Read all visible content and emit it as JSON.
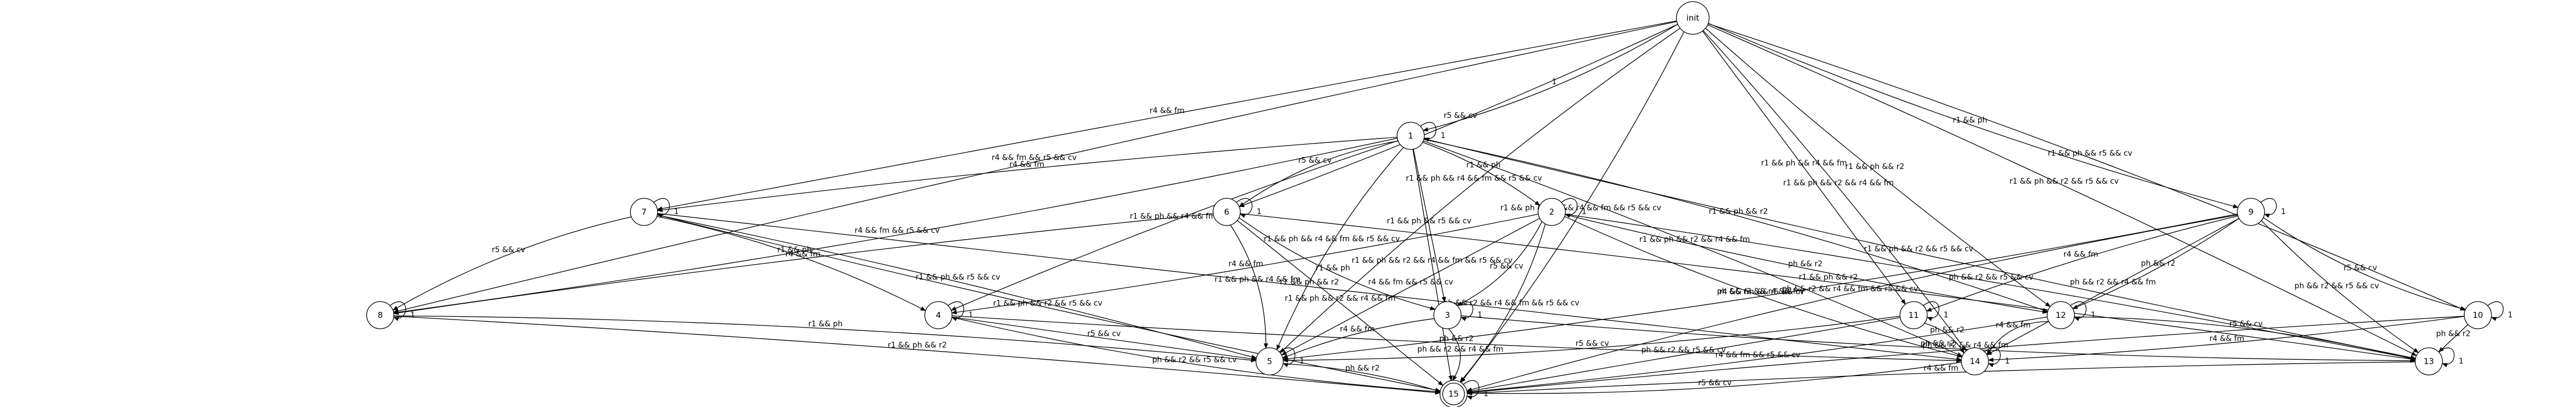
{
  "graph": {
    "nodes": [
      {
        "id": "init",
        "label": "init",
        "accepting": false
      },
      {
        "id": "n1",
        "label": "1",
        "accepting": false
      },
      {
        "id": "n2",
        "label": "2",
        "accepting": false
      },
      {
        "id": "n3",
        "label": "3",
        "accepting": false
      },
      {
        "id": "n4",
        "label": "4",
        "accepting": false
      },
      {
        "id": "n5",
        "label": "5",
        "accepting": false
      },
      {
        "id": "n6",
        "label": "6",
        "accepting": false
      },
      {
        "id": "n7",
        "label": "7",
        "accepting": false
      },
      {
        "id": "n8",
        "label": "8",
        "accepting": false
      },
      {
        "id": "n9",
        "label": "9",
        "accepting": false
      },
      {
        "id": "n10",
        "label": "10",
        "accepting": false
      },
      {
        "id": "n11",
        "label": "11",
        "accepting": false
      },
      {
        "id": "n12",
        "label": "12",
        "accepting": false
      },
      {
        "id": "n13",
        "label": "13",
        "accepting": false
      },
      {
        "id": "n14",
        "label": "14",
        "accepting": false
      },
      {
        "id": "n15",
        "label": "15",
        "accepting": true
      }
    ],
    "edges": [
      {
        "from": "init",
        "to": "n1",
        "label": "1"
      },
      {
        "from": "init",
        "to": "n6",
        "label": "r5 && cv"
      },
      {
        "from": "init",
        "to": "n7",
        "label": "r4 && fm"
      },
      {
        "from": "init",
        "to": "n8",
        "label": "r4 && fm && r5 && cv"
      },
      {
        "from": "init",
        "to": "n5",
        "label": "r1 && ph && r4 && fm && r5 && cv"
      },
      {
        "from": "init",
        "to": "n15",
        "label": "r1 && ph && r2 && r4 && fm && r5 && cv"
      },
      {
        "from": "init",
        "to": "n14",
        "label": "r1 && ph && r2 && r4 && fm"
      },
      {
        "from": "init",
        "to": "n11",
        "label": "r1 && ph && r4 && fm"
      },
      {
        "from": "init",
        "to": "n12",
        "label": "r1 && ph && r2"
      },
      {
        "from": "init",
        "to": "n9",
        "label": "r1 && ph"
      },
      {
        "from": "init",
        "to": "n10",
        "label": "r1 && ph && r5 && cv"
      },
      {
        "from": "init",
        "to": "n13",
        "label": "r1 && ph && r2 && r5 && cv"
      },
      {
        "from": "n1",
        "to": "n1",
        "label": "1"
      },
      {
        "from": "n1",
        "to": "n7",
        "label": "r4 && fm"
      },
      {
        "from": "n1",
        "to": "n6",
        "label": "r5 && cv"
      },
      {
        "from": "n1",
        "to": "n8",
        "label": "r4 && fm && r5 && cv"
      },
      {
        "from": "n1",
        "to": "n2",
        "label": "r1 && ph"
      },
      {
        "from": "n1",
        "to": "n3",
        "label": "r1 && ph && r5 && cv"
      },
      {
        "from": "n1",
        "to": "n4",
        "label": "r1 && ph && r4 && fm"
      },
      {
        "from": "n1",
        "to": "n5",
        "label": "r1 && ph && r4 && fm && r5 && cv"
      },
      {
        "from": "n1",
        "to": "n12",
        "label": "r1 && ph && r2"
      },
      {
        "from": "n1",
        "to": "n14",
        "label": "r1 && ph && r2 && r4 && fm"
      },
      {
        "from": "n1",
        "to": "n15",
        "label": "r1 && ph && r2 && r4 && fm && r5 && cv"
      },
      {
        "from": "n1",
        "to": "n13",
        "label": "r1 && ph && r2 && r5 && cv"
      },
      {
        "from": "n2",
        "to": "n2",
        "label": "1"
      },
      {
        "from": "n2",
        "to": "n3",
        "label": "r5 && cv"
      },
      {
        "from": "n2",
        "to": "n4",
        "label": "r4 && fm"
      },
      {
        "from": "n2",
        "to": "n5",
        "label": "r4 && fm && r5 && cv"
      },
      {
        "from": "n2",
        "to": "n12",
        "label": "ph && r2"
      },
      {
        "from": "n2",
        "to": "n14",
        "label": "ph && r2 && r4 && fm"
      },
      {
        "from": "n2",
        "to": "n15",
        "label": "ph && r2 && r4 && fm && r5 && cv"
      },
      {
        "from": "n2",
        "to": "n13",
        "label": "ph && r2 && r5 && cv"
      },
      {
        "from": "n3",
        "to": "n3",
        "label": "1"
      },
      {
        "from": "n3",
        "to": "n5",
        "label": "r4 && fm"
      },
      {
        "from": "n3",
        "to": "n13",
        "label": "ph && r2"
      },
      {
        "from": "n3",
        "to": "n15",
        "label": "ph && r2 && r4 && fm"
      },
      {
        "from": "n4",
        "to": "n4",
        "label": "1"
      },
      {
        "from": "n4",
        "to": "n5",
        "label": "r5 && cv"
      },
      {
        "from": "n4",
        "to": "n14",
        "label": "ph && r2"
      },
      {
        "from": "n4",
        "to": "n15",
        "label": "ph && r2 && r5 && cv"
      },
      {
        "from": "n5",
        "to": "n5",
        "label": "1"
      },
      {
        "from": "n5",
        "to": "n15",
        "label": "ph && r2"
      },
      {
        "from": "n6",
        "to": "n6",
        "label": "1"
      },
      {
        "from": "n6",
        "to": "n8",
        "label": "r4 && fm"
      },
      {
        "from": "n6",
        "to": "n3",
        "label": "r1 && ph"
      },
      {
        "from": "n6",
        "to": "n5",
        "label": "r1 && ph && r4 && fm"
      },
      {
        "from": "n6",
        "to": "n13",
        "label": "r1 && ph && r2"
      },
      {
        "from": "n6",
        "to": "n15",
        "label": "r1 && ph && r2 && r4 && fm"
      },
      {
        "from": "n7",
        "to": "n7",
        "label": "1"
      },
      {
        "from": "n7",
        "to": "n8",
        "label": "r5 && cv"
      },
      {
        "from": "n7",
        "to": "n4",
        "label": "r1 && ph"
      },
      {
        "from": "n7",
        "to": "n5",
        "label": "r1 && ph && r5 && cv"
      },
      {
        "from": "n7",
        "to": "n14",
        "label": "r1 && ph && r2"
      },
      {
        "from": "n7",
        "to": "n15",
        "label": "r1 && ph && r2 && r5 && cv"
      },
      {
        "from": "n8",
        "to": "n8",
        "label": "1"
      },
      {
        "from": "n8",
        "to": "n5",
        "label": "r1 && ph"
      },
      {
        "from": "n8",
        "to": "n15",
        "label": "r1 && ph && r2"
      },
      {
        "from": "n9",
        "to": "n9",
        "label": "1"
      },
      {
        "from": "n9",
        "to": "n11",
        "label": "r4 && fm"
      },
      {
        "from": "n9",
        "to": "n10",
        "label": "r5 && cv"
      },
      {
        "from": "n9",
        "to": "n5",
        "label": "r4 && fm && r5 && cv"
      },
      {
        "from": "n9",
        "to": "n12",
        "label": "ph && r2"
      },
      {
        "from": "n9",
        "to": "n14",
        "label": "ph && r2 && r4 && fm"
      },
      {
        "from": "n9",
        "to": "n13",
        "label": "ph && r2 && r5 && cv"
      },
      {
        "from": "n9",
        "to": "n15",
        "label": "ph && r2 && r4 && fm && r5 && cv"
      },
      {
        "from": "n10",
        "to": "n10",
        "label": "1"
      },
      {
        "from": "n10",
        "to": "n14",
        "label": "r4 && fm"
      },
      {
        "from": "n10",
        "to": "n13",
        "label": "ph && r2"
      },
      {
        "from": "n10",
        "to": "n15",
        "label": "ph && r2 && r4 && fm"
      },
      {
        "from": "n11",
        "to": "n11",
        "label": "1"
      },
      {
        "from": "n11",
        "to": "n5",
        "label": "r5 && cv"
      },
      {
        "from": "n11",
        "to": "n14",
        "label": "ph && r2"
      },
      {
        "from": "n11",
        "to": "n15",
        "label": "ph && r2 && r5 && cv"
      },
      {
        "from": "n12",
        "to": "n12",
        "label": "1"
      },
      {
        "from": "n12",
        "to": "n14",
        "label": "r4 && fm"
      },
      {
        "from": "n12",
        "to": "n13",
        "label": "r5 && cv"
      },
      {
        "from": "n12",
        "to": "n15",
        "label": "r4 && fm && r5 && cv"
      },
      {
        "from": "n13",
        "to": "n13",
        "label": "1"
      },
      {
        "from": "n13",
        "to": "n15",
        "label": "r4 && fm"
      },
      {
        "from": "n14",
        "to": "n14",
        "label": "1"
      },
      {
        "from": "n14",
        "to": "n15",
        "label": "r5 && cv"
      },
      {
        "from": "n15",
        "to": "n15",
        "label": "1"
      }
    ]
  }
}
